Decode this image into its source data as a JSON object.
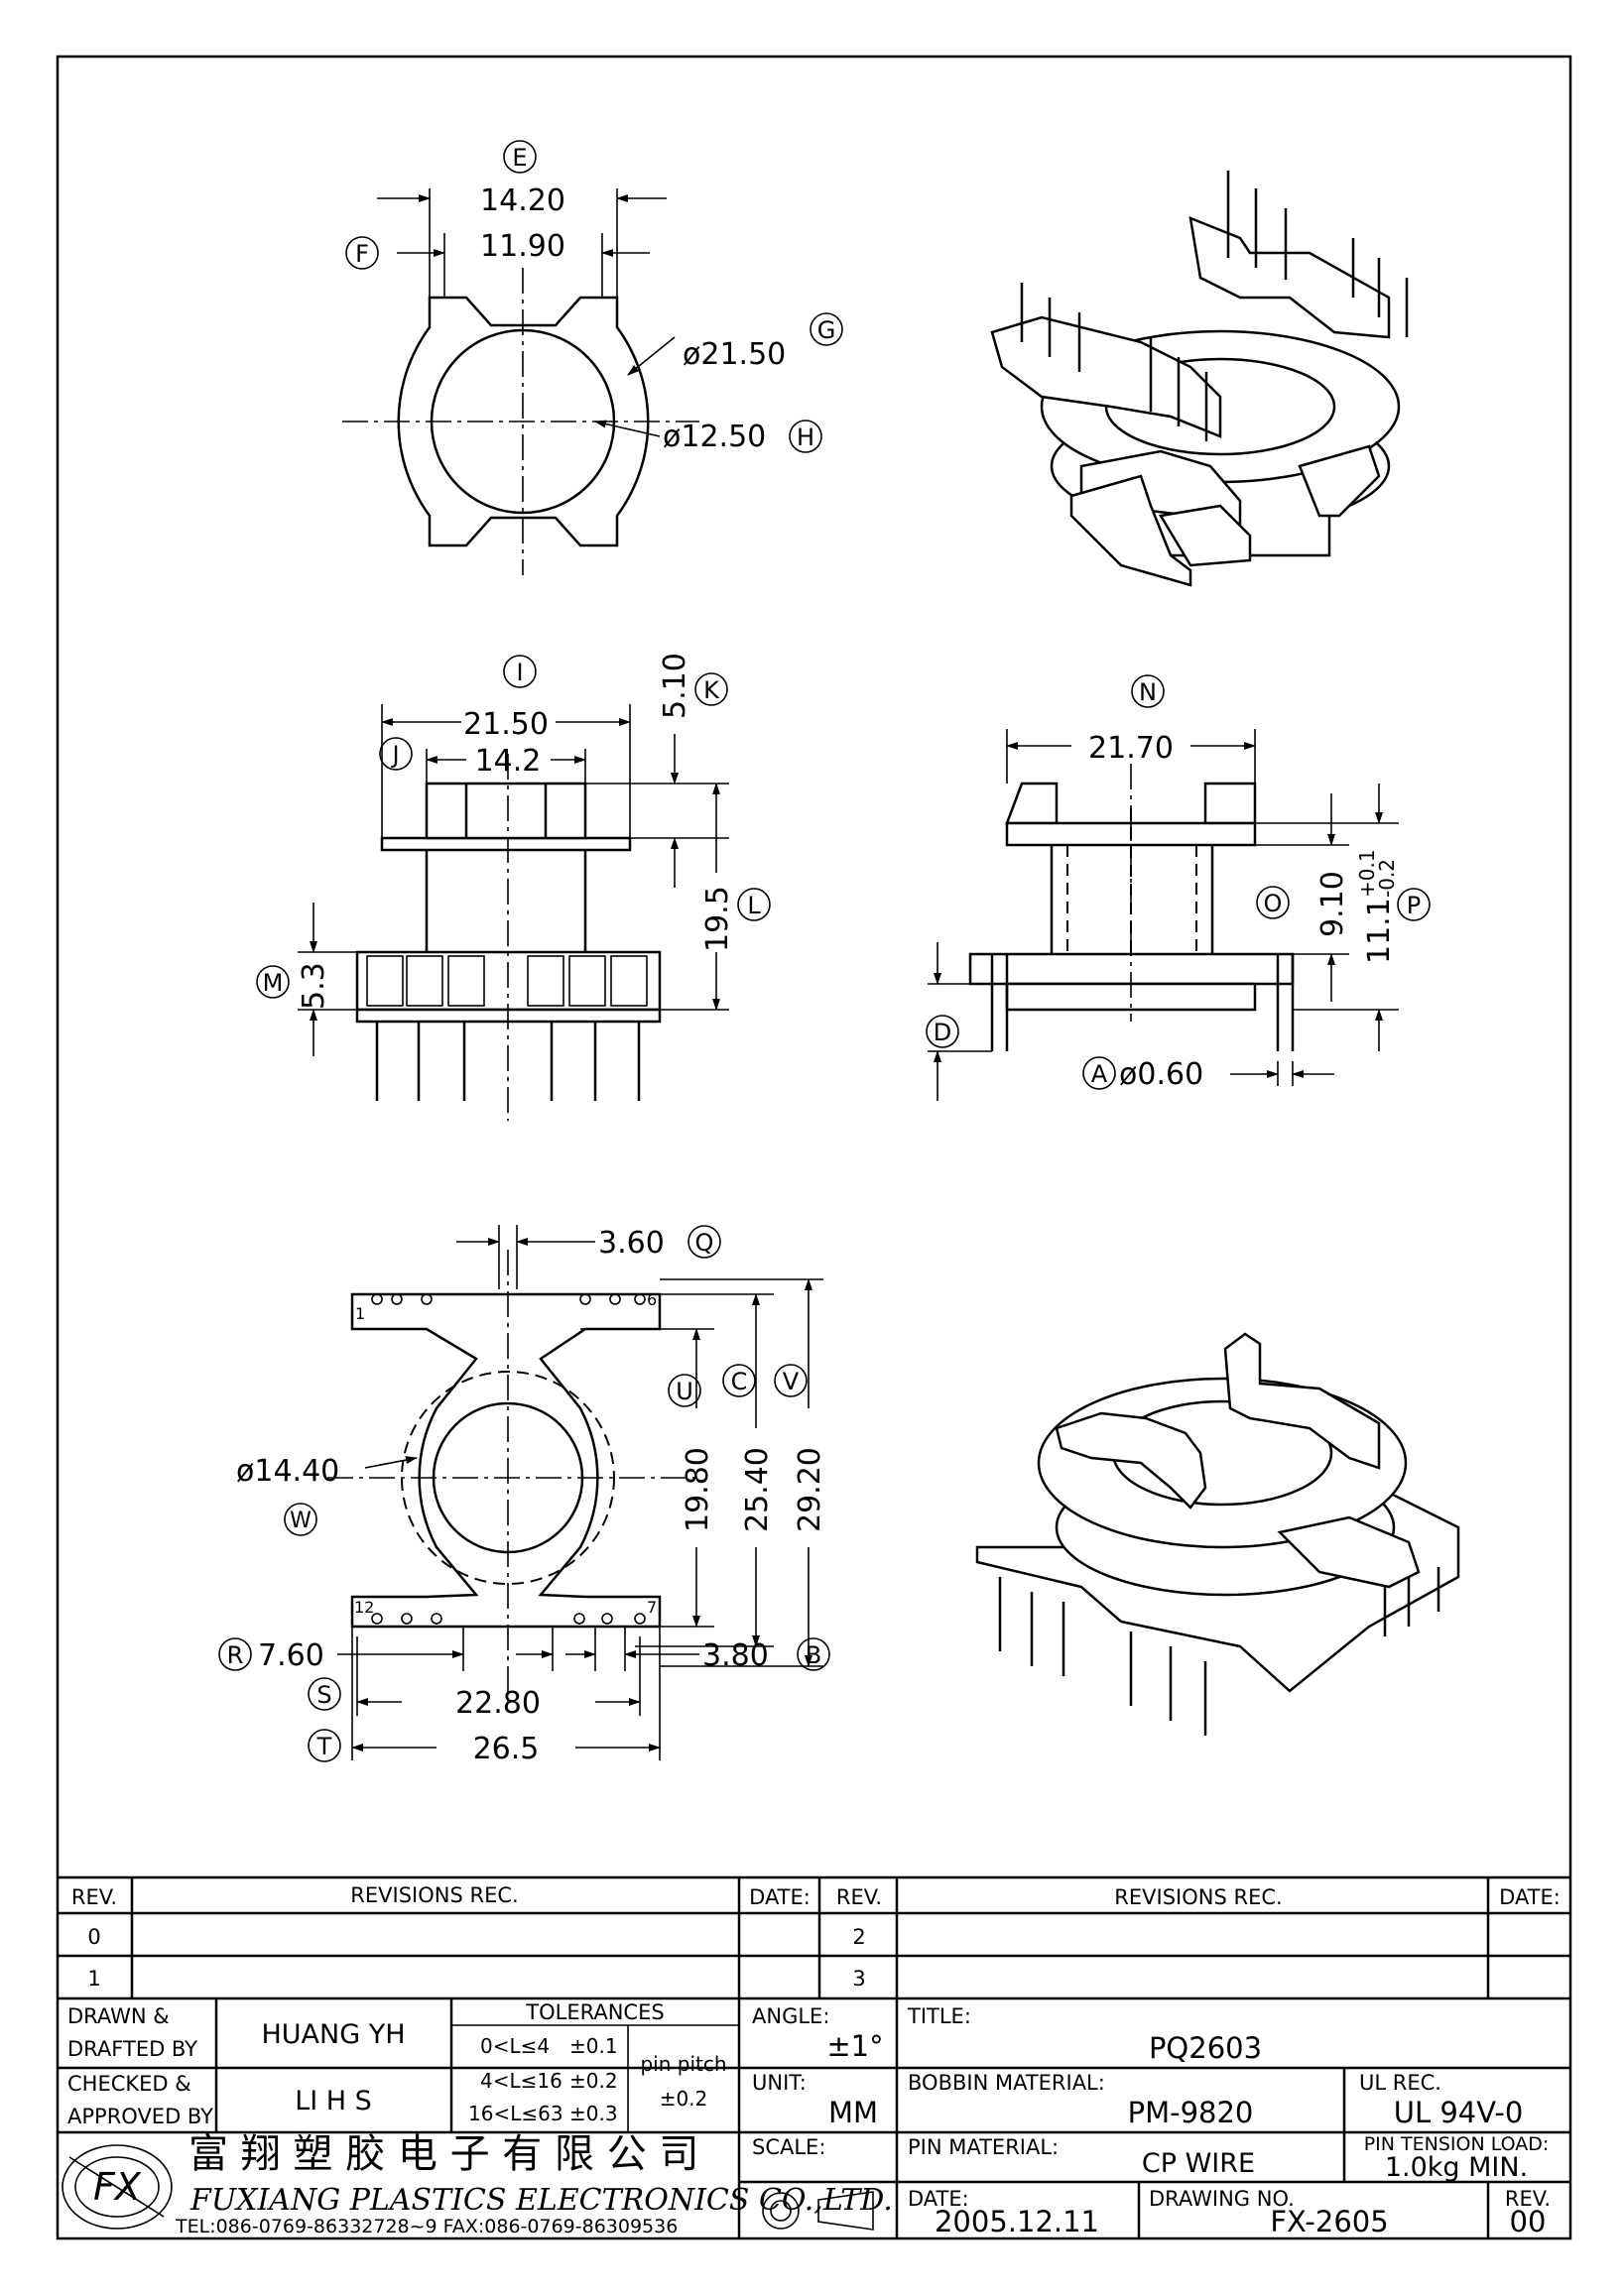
{
  "dimensions": {
    "top_view": {
      "E": {
        "tag": "E",
        "value": "14.20"
      },
      "F": {
        "tag": "F",
        "value": "11.90"
      },
      "G": {
        "tag": "G",
        "value": "ø21.50"
      },
      "H": {
        "tag": "H",
        "value": "ø12.50"
      }
    },
    "front_view": {
      "I": {
        "tag": "I",
        "value": "21.50"
      },
      "J": {
        "tag": "J",
        "value": "14.2"
      },
      "K": {
        "tag": "K",
        "value": "5.10"
      },
      "L": {
        "tag": "L",
        "value": "19.5"
      },
      "M": {
        "tag": "M",
        "value": "5.3"
      }
    },
    "side_view": {
      "N": {
        "tag": "N",
        "value": "21.70"
      },
      "O": {
        "tag": "O",
        "value": "9.10"
      },
      "P": {
        "tag": "P",
        "value": "11.1",
        "tol_plus": "+0.1",
        "tol_minus": "-0.2"
      },
      "D": {
        "tag": "D",
        "value": ""
      },
      "A": {
        "tag": "A",
        "value": "ø0.60"
      }
    },
    "bottom_view": {
      "Q": {
        "tag": "Q",
        "value": "3.60"
      },
      "U": {
        "tag": "U",
        "value": "19.80"
      },
      "C": {
        "tag": "C",
        "value": "25.40"
      },
      "V": {
        "tag": "V",
        "value": "29.20"
      },
      "W": {
        "tag": "W",
        "value": "ø14.40"
      },
      "R": {
        "tag": "R",
        "value": "7.60"
      },
      "B": {
        "tag": "B",
        "value": "3.80"
      },
      "S": {
        "tag": "S",
        "value": "22.80"
      },
      "T": {
        "tag": "T",
        "value": "26.5"
      },
      "pin_first_top": "1",
      "pin_last_top": "6",
      "pin_first_bottom": "12",
      "pin_last_bottom": "7"
    }
  },
  "title_block": {
    "rev_header": "REV.",
    "revisions_header": "REVISIONS   REC.",
    "date_header": "DATE:",
    "rev_rows_left": [
      "0",
      "1"
    ],
    "rev_rows_right": [
      "2",
      "3"
    ],
    "drawn_label_1": "DRAWN &",
    "drawn_label_2": "DRAFTED BY",
    "drawn_by": "HUANG YH",
    "checked_label_1": "CHECKED &",
    "checked_label_2": "APPROVED BY",
    "checked_by": "LI H S",
    "tolerances_header": "TOLERANCES",
    "tol_rows": [
      {
        "range": "0<L≤4",
        "value": "±0.1"
      },
      {
        "range": "4<L≤16",
        "value": "±0.2"
      },
      {
        "range": "16<L≤63",
        "value": "±0.3"
      }
    ],
    "pin_pitch_label": "pin pitch",
    "pin_pitch_value": "±0.2",
    "angle_label": "ANGLE:",
    "angle_value": "±1°",
    "unit_label": "UNIT:",
    "unit_value": "MM",
    "scale_label": "SCALE:",
    "title_label": "TITLE:",
    "title_value": "PQ2603",
    "bobbin_material_label": "BOBBIN MATERIAL:",
    "bobbin_material_value": "PM-9820",
    "ul_rec_label": "UL REC.",
    "ul_rec_value": "UL 94V-0",
    "pin_material_label": "PIN MATERIAL:",
    "pin_material_value": "CP WIRE",
    "pin_tension_label": "PIN TENSION LOAD:",
    "pin_tension_value": "1.0kg MIN.",
    "date_label": "DATE:",
    "date_value": "2005.12.11",
    "drawing_no_label": "DRAWING NO.",
    "drawing_no_value": "FX-2605",
    "rev_label": "REV.",
    "rev_value": "00",
    "company_cn": "富 翔 塑 胶 电 子 有 限 公 司",
    "company_en": "FUXIANG PLASTICS ELECTRONICS CO.,LTD.",
    "contact": "TEL:086-0769-86332728~9  FAX:086-0769-86309536",
    "logo_text": "FX"
  }
}
